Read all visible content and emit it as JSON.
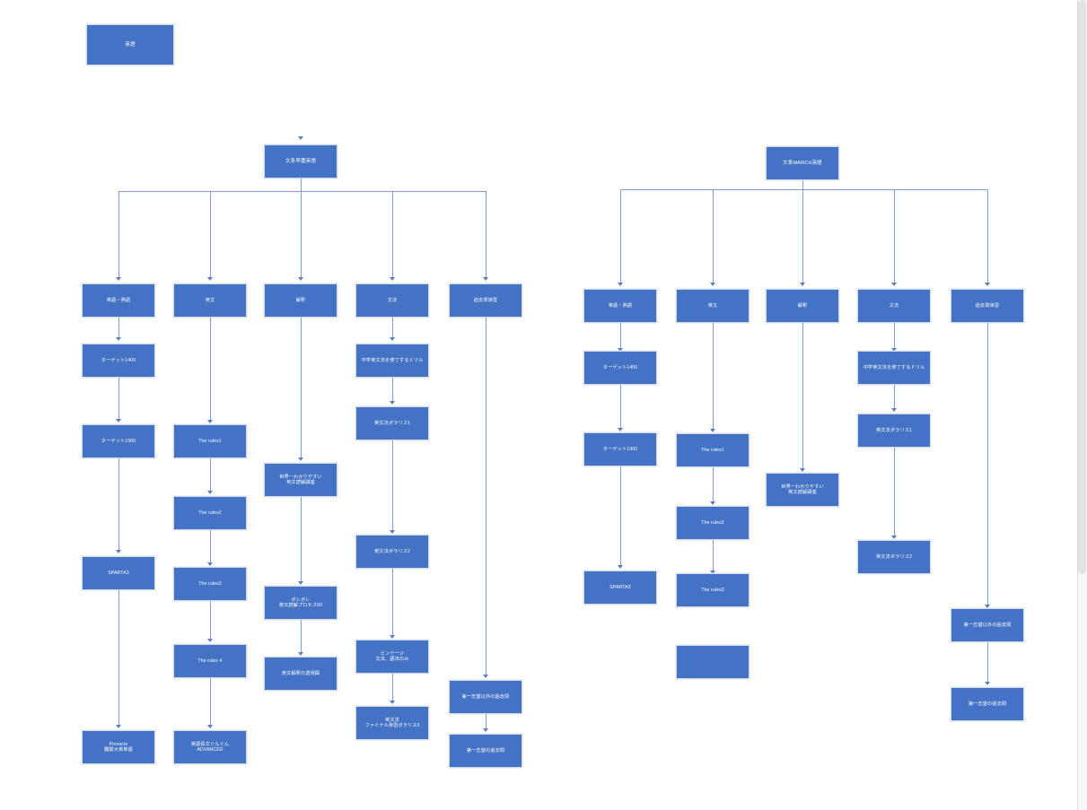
{
  "document": {
    "kind": "flowchart",
    "title_node": "英語",
    "theme": {
      "node_fill": "#4472c4",
      "node_border": "#d6dce5",
      "node_text": "#ffffff",
      "edge_color": "#7f9dd0",
      "background": "#ffffff"
    }
  },
  "trees": [
    {
      "id": "waseda-keio",
      "root": "文系早慶英語",
      "columns": [
        {
          "id": "vocab-left",
          "header": "単語・熟語",
          "items": [
            "ターゲット1400",
            "ターゲット1900",
            "SPARTA3",
            "Pinnacle\n難関大英単語"
          ]
        },
        {
          "id": "reading-left",
          "header": "英文",
          "items": [
            "The rules1",
            "The rules2",
            "The rules3",
            "The rules 4",
            "英語長文ぐんぐん\nADVANCED"
          ]
        },
        {
          "id": "interpretation-left",
          "header": "解釈",
          "items": [
            "世界一わかりやすい\n英文読解講座",
            "ポレポレ\n英文読解プロセス50",
            "英文解釈の透視図"
          ]
        },
        {
          "id": "grammar-left",
          "header": "文法",
          "items": [
            "中学英文法を修了するドリル",
            "英文法ポラリス1",
            "英文法ポラリス2",
            "ビンテージ\n文法、語法のみ",
            "英文法\nファイナル演習ポラリス3"
          ]
        },
        {
          "id": "pastexam-left",
          "header": "過去問演習",
          "items": [
            "第一志望以外の過去問",
            "第一志望の過去問"
          ]
        }
      ]
    },
    {
      "id": "march",
      "root": "文系MARCH英語",
      "columns": [
        {
          "id": "vocab-right",
          "header": "単語・熟語",
          "items": [
            "ターゲット1400",
            "ターゲット1900",
            "SPARTA3"
          ]
        },
        {
          "id": "reading-right",
          "header": "英文",
          "items": [
            "The rules1",
            "The rules2",
            "The rules3",
            ""
          ]
        },
        {
          "id": "interpretation-right",
          "header": "解釈",
          "items": [
            "世界一わかりやすい\n英文読解講座"
          ]
        },
        {
          "id": "grammar-right",
          "header": "文法",
          "items": [
            "中学英文法を修了するドリル",
            "英文法ポラリス1",
            "英文法ポラリス2"
          ]
        },
        {
          "id": "pastexam-right",
          "header": "過去問演習",
          "items": [
            "第一志望以外の過去問",
            "第一志望の過去問"
          ]
        }
      ]
    }
  ]
}
